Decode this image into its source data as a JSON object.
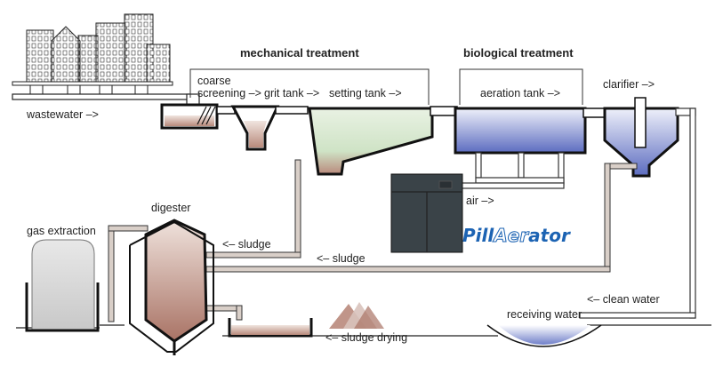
{
  "labels": {
    "mechanical_treatment": "mechanical treatment",
    "biological_treatment": "biological treatment",
    "wastewater": "wastewater –>",
    "coarse": "coarse",
    "screening": "screening –>",
    "grit_tank": "grit tank –>",
    "setting_tank": "setting tank –>",
    "aeration_tank": "aeration tank –>",
    "clarifier": "clarifier –>",
    "air": "air –>",
    "digester": "digester",
    "gas_extraction": "gas extraction",
    "sludge_upper": "<– sludge",
    "sludge_lower": "<– sludge",
    "sludge_drying": "<– sludge drying",
    "receiving_water": "receiving water",
    "clean_water": "<– clean water"
  },
  "brand": {
    "part1": "Pill",
    "part2": "Aer",
    "part3": "ator"
  },
  "colors": {
    "line": "#1a1a1a",
    "pipe_fill": "#d9cfc8",
    "sludge": "#b98a7c",
    "settling_green": "#cfe3c6",
    "water_blue": "#6f7fc9",
    "gas_tank": "#d6d6d6",
    "blower": "#3a4348",
    "brand_blue": "#1c63b3"
  }
}
